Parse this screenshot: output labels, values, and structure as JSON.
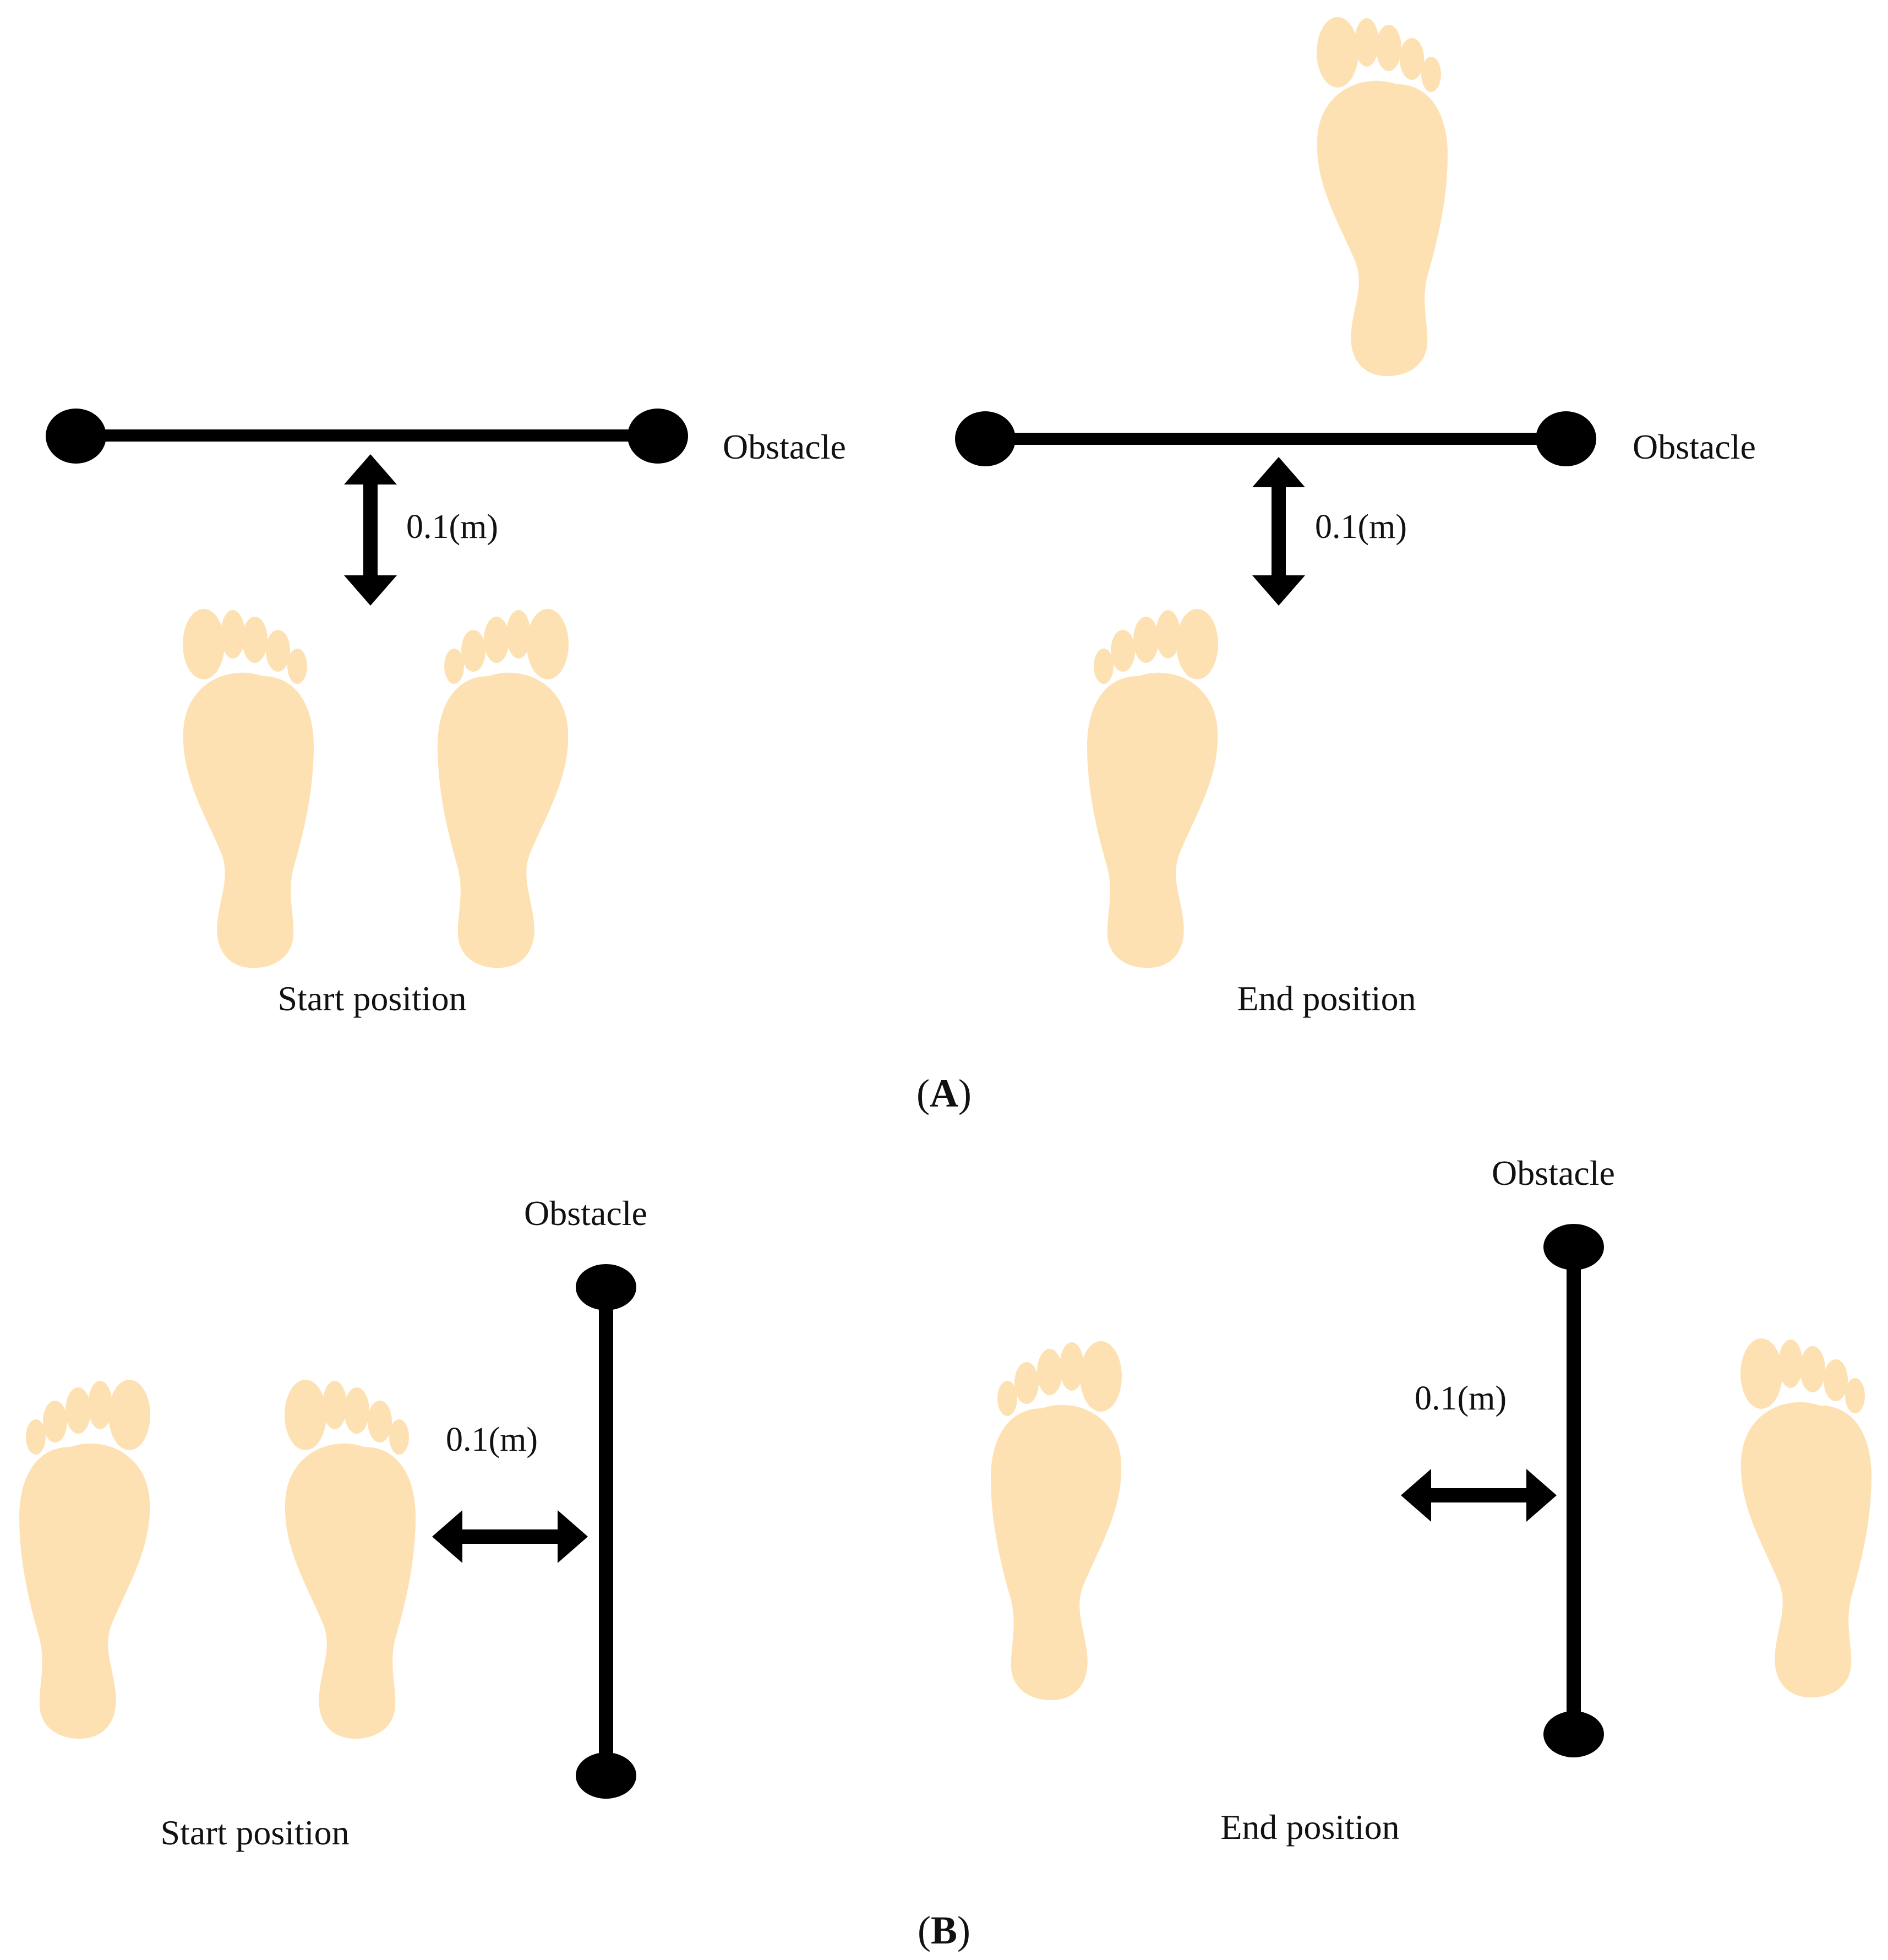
{
  "colors": {
    "foot_fill": "#FDE1B2",
    "outline": "#111111",
    "bar": "#000000",
    "background": "#FFFFFF"
  },
  "panel_a": {
    "start_label": "Start position",
    "end_label": "End position",
    "obstacle_label_left": "Obstacle",
    "obstacle_label_right": "Obstacle",
    "distance_left": "0.1(m)",
    "distance_right": "0.1(m)",
    "caption_open": "(",
    "caption_letter": "A",
    "caption_close": ")"
  },
  "panel_b": {
    "start_label": "Start position",
    "end_label": "End position",
    "obstacle_label_left": "Obstacle",
    "obstacle_label_right": "Obstacle",
    "distance_left": "0.1(m)",
    "distance_right": "0.1(m)",
    "caption_open": "(",
    "caption_letter": "B",
    "caption_close": ")"
  }
}
